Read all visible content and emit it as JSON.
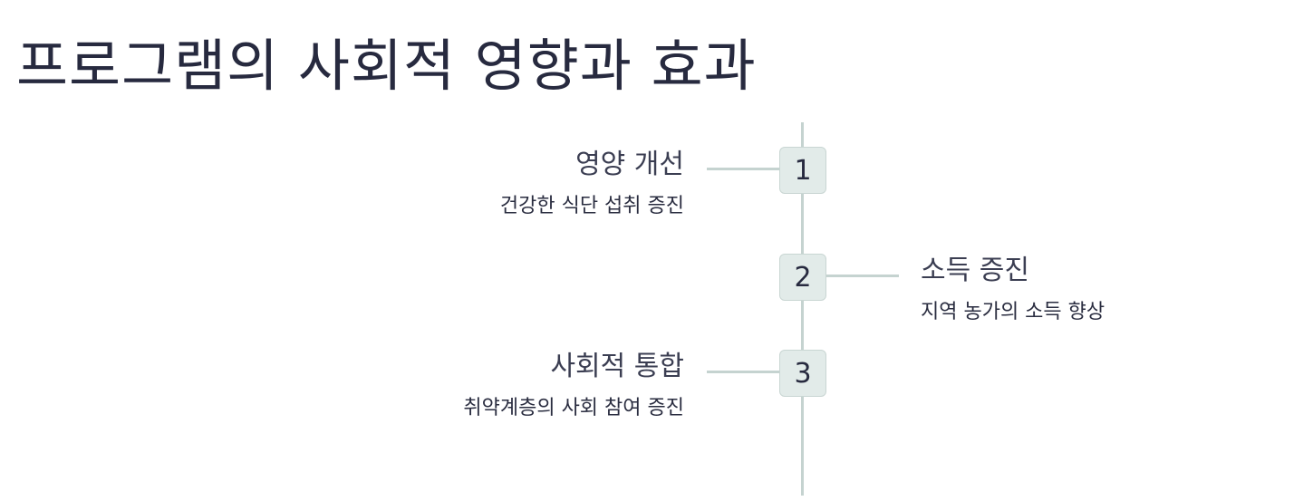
{
  "title": "프로그램의 사회적 영향과 효과",
  "steps": [
    {
      "number": "1",
      "title": "영양 개선",
      "description": "건강한 식단 섭취 증진"
    },
    {
      "number": "2",
      "title": "소득 증진",
      "description": "지역 농가의 소득 향상"
    },
    {
      "number": "3",
      "title": "사회적 통합",
      "description": "취약계층의 사회 참여 증진"
    }
  ],
  "colors": {
    "line": "#c5d3d0",
    "box_fill": "#e2ebe9",
    "box_border": "#c9d6d3",
    "text": "#272a3f"
  }
}
